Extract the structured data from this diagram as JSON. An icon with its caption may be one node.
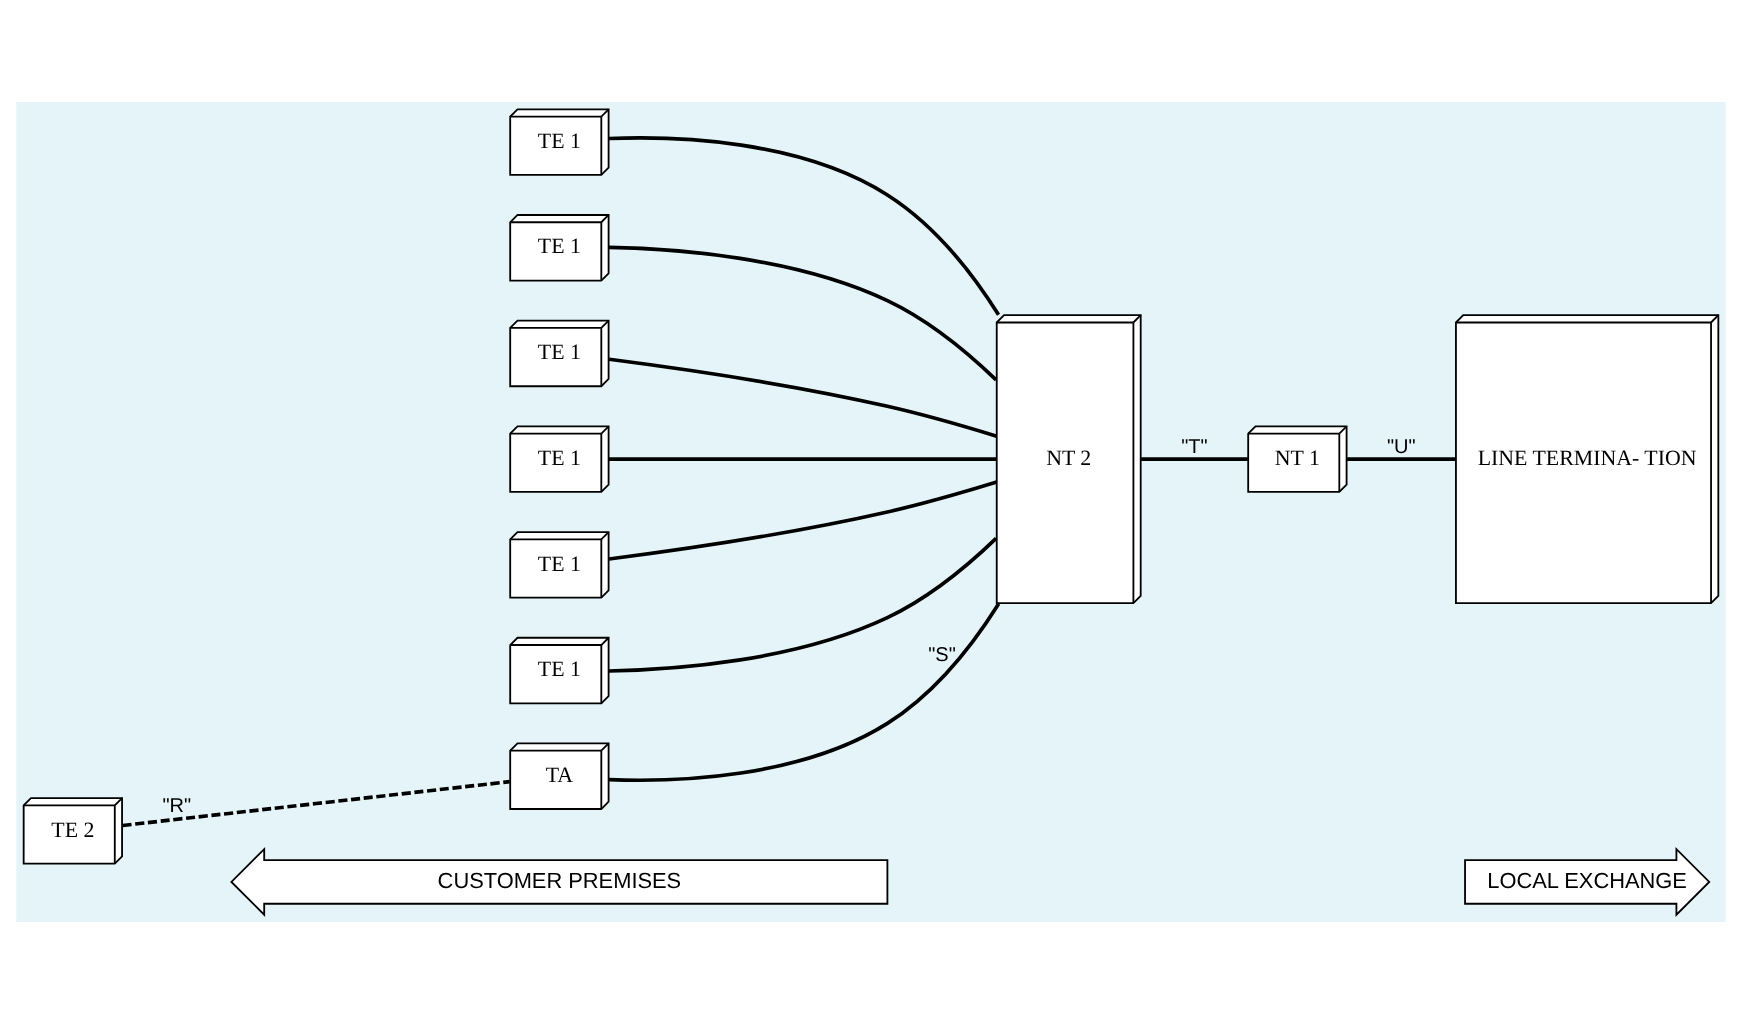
{
  "diagram": {
    "nodes": [
      {
        "text": [
          "TE 1"
        ]
      },
      {
        "text": [
          "TE 1"
        ]
      },
      {
        "text": [
          "TE 1"
        ]
      },
      {
        "text": [
          "TE 1"
        ]
      },
      {
        "text": [
          "TE 1"
        ]
      },
      {
        "text": [
          "TE 1"
        ]
      },
      {
        "text": [
          "TE 2"
        ]
      },
      {
        "text": [
          "TA"
        ]
      },
      {
        "text": [
          "NT 2"
        ]
      },
      {
        "text": [
          "NT 1"
        ]
      },
      {
        "text": [
          "LINE TERMINA- TION"
        ]
      },
      {
        "text": [
          "CUSTOMER PREMISES"
        ]
      },
      {
        "text": [
          "LOCAL EXCHANGE"
        ]
      }
    ],
    "edges": [
      {
        "from": 0,
        "to": 8,
        "arrow": "none"
      },
      {
        "from": 1,
        "to": 8,
        "arrow": "none"
      },
      {
        "from": 2,
        "to": 8,
        "arrow": "none"
      },
      {
        "from": 3,
        "to": 8,
        "arrow": "none"
      },
      {
        "from": 4,
        "to": 8,
        "arrow": "none"
      },
      {
        "from": 5,
        "to": 8,
        "arrow": "none"
      },
      {
        "from": 6,
        "to": 7,
        "arrow": "none",
        "label": "\"R\"",
        "style": "dashed"
      },
      {
        "from": 7,
        "to": 8,
        "arrow": "none",
        "label": "\"S\""
      },
      {
        "from": 8,
        "to": 9,
        "arrow": "none",
        "label": "\"T\""
      },
      {
        "from": 9,
        "to": 10,
        "arrow": "none",
        "label": "\"U\""
      }
    ]
  }
}
